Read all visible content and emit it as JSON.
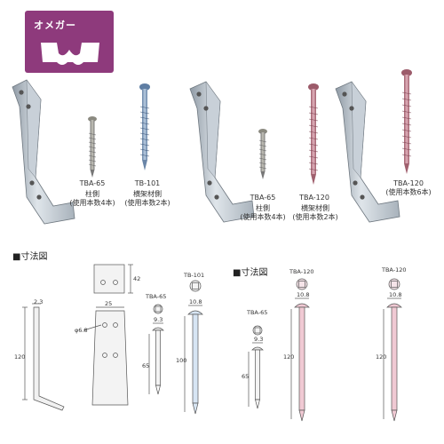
{
  "brand": {
    "name": "オメガー",
    "bg_color": "#8e3a7c",
    "mark": "omega-mark"
  },
  "photo_captions": {
    "set1_tba65": {
      "code": "TBA-65",
      "line1": "柱側",
      "line2": "(使用本数4本)"
    },
    "set1_tb101": {
      "code": "TB-101",
      "line1": "横架材側",
      "line2": "(使用本数2本)"
    },
    "set2_tba65": {
      "code": "TBA-65",
      "line1": "柱側",
      "line2": "(使用本数4本)"
    },
    "set2_tba120": {
      "code": "TBA-120",
      "line1": "横架材側",
      "line2": "(使用本数2本)"
    },
    "set3_tba120": {
      "code": "TBA-120",
      "line1": "(使用本数6本)"
    }
  },
  "dimension_left": {
    "title": "■寸法図",
    "bracket_height": "120",
    "bracket_thickness": "2.3",
    "bracket_width": "25",
    "hole_diameter": "φ6.8",
    "top_height": "42",
    "tba65": {
      "code": "TBA-65",
      "head": "9.3",
      "length": "65"
    },
    "tb101": {
      "code": "TB-101",
      "head": "10.8",
      "length": "100"
    }
  },
  "dimension_right": {
    "title": "■寸法図",
    "tba65": {
      "code": "TBA-65",
      "head": "9.3",
      "length": "65"
    },
    "tba120_a": {
      "code": "TBA-120",
      "head": "10.8",
      "length": "120"
    },
    "tba120_b": {
      "code": "TBA-120",
      "head": "10.8",
      "length": "120"
    }
  },
  "colors": {
    "steel": "#b9c3cc",
    "blue_screw": "#8ea9c8",
    "pink_screw": "#c98a9a",
    "gray_screw": "#9a9a92",
    "line": "#555555"
  }
}
